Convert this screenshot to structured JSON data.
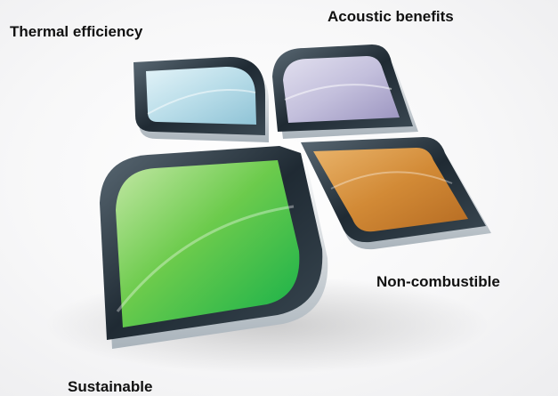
{
  "labels": {
    "thermal": "Thermal efficiency",
    "acoustic": "Acoustic benefits",
    "noncombustible": "Non-combustible",
    "sustainable": "Sustainable"
  },
  "colors": {
    "frame_dark": "#1f2a33",
    "frame_light": "#9aa7b1",
    "thermal": "#b8dce8",
    "acoustic": "#c3bfdc",
    "noncombustible": "#d8963d",
    "sustainable": "#5fc246"
  }
}
